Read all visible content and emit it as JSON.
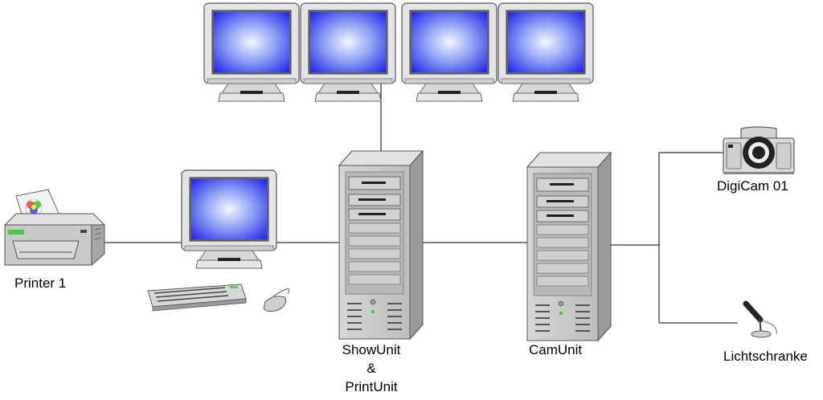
{
  "labels": {
    "printer": "Printer 1",
    "showunit_line1": "ShowUnit",
    "showunit_line2": "&",
    "showunit_line3": "PrintUnit",
    "camunit": "CamUnit",
    "digicam": "DigiCam 01",
    "lichtschranke": "Lichtschranke"
  },
  "colors": {
    "screen_edge": "#1e1ee6",
    "screen_center": "#f2f4ff",
    "case_fill": "#c4c4c4",
    "case_dark": "#8c8c8c",
    "line": "#000000"
  }
}
